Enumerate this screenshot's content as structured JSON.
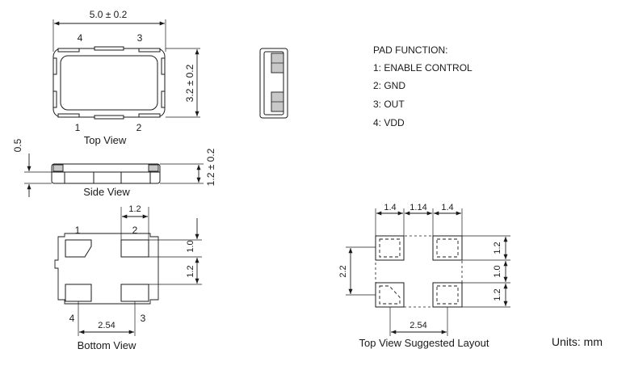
{
  "top_view": {
    "title": "Top View",
    "width_dim": "5.0 ± 0.2",
    "height_dim": "3.2 ± 0.2",
    "pin_labels": [
      "4",
      "3",
      "1",
      "2"
    ]
  },
  "side_view": {
    "title": "Side View",
    "thickness_dim": "0.5",
    "height_dim": "1.2 ± 0.2"
  },
  "bottom_view": {
    "title": "Bottom View",
    "pad_width_dim": "1.2",
    "pad_height_dim": "1.0",
    "gap_dim": "1.2",
    "pitch_dim": "2.54",
    "pin_labels": [
      "1",
      "2",
      "4",
      "3"
    ]
  },
  "pad_function": {
    "heading": "PAD FUNCTION:",
    "items": [
      "1: ENABLE CONTROL",
      "2: GND",
      "3: OUT",
      "4: VDD"
    ]
  },
  "layout_view": {
    "title": "Top View Suggested Layout",
    "top_dims": [
      "1.4",
      "1.14",
      "1.4"
    ],
    "left_dim": "2.2",
    "right_dims": [
      "1.2",
      "1.0",
      "1.2"
    ],
    "pitch_dim": "2.54"
  },
  "units": "Units: mm"
}
